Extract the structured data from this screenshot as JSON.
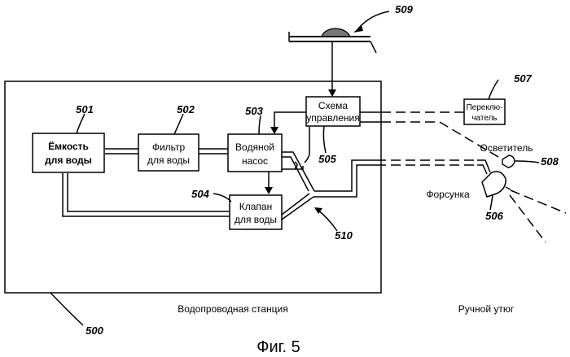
{
  "blocks": {
    "tank": {
      "line1": "Ёмкость",
      "line2": "для воды",
      "ref": "501"
    },
    "filter": {
      "line1": "Фильтр",
      "line2": "для воды",
      "ref": "502"
    },
    "pump": {
      "line1": "Водяной",
      "line2": "насос",
      "ref": "503"
    },
    "valve": {
      "line1": "Клапан",
      "line2": "для воды",
      "ref": "504"
    },
    "control": {
      "line1": "Схема",
      "line2": "управления",
      "ref": "505"
    },
    "switch": {
      "line1": "Переклю-",
      "line2": "чатель",
      "ref": "507"
    }
  },
  "labels": {
    "illuminator": "Осветитель",
    "nozzle": "Форсунка",
    "station": "Водопроводная станция",
    "iron": "Ручной утюг",
    "figure": "Фиг. 5"
  },
  "refs": {
    "station": "500",
    "nozzle": "506",
    "illuminator": "508",
    "sensor": "509",
    "pipe": "510"
  }
}
